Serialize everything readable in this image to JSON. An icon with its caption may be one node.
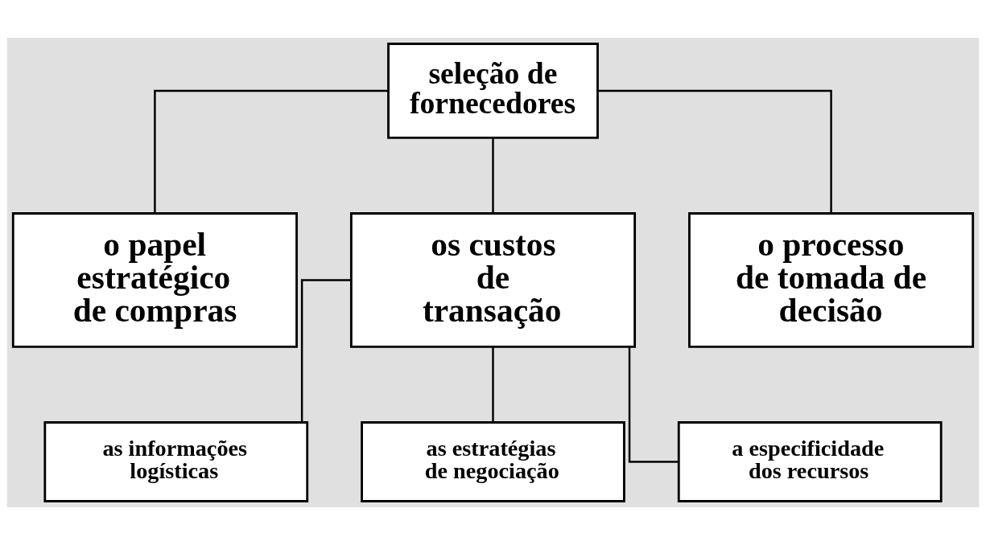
{
  "diagram": {
    "nodes": [
      {
        "text": [
          "seleção de fornecedores"
        ]
      },
      {
        "text": [
          "o papel estratégico de compras"
        ]
      },
      {
        "text": [
          "os custos de transação"
        ]
      },
      {
        "text": [
          "o processo de tomada de decisão"
        ]
      },
      {
        "text": [
          "as informações logísticas"
        ]
      },
      {
        "text": [
          "as estratégias de negociação"
        ]
      },
      {
        "text": [
          "a especificidade dos recursos"
        ]
      }
    ],
    "edges": [
      {
        "from": 0,
        "to": 1,
        "arrow": "none"
      },
      {
        "from": 0,
        "to": 2,
        "arrow": "none"
      },
      {
        "from": 0,
        "to": 3,
        "arrow": "none"
      },
      {
        "from": 2,
        "to": 4,
        "arrow": "none"
      },
      {
        "from": 2,
        "to": 5,
        "arrow": "none"
      },
      {
        "from": 2,
        "to": 6,
        "arrow": "none"
      }
    ]
  }
}
